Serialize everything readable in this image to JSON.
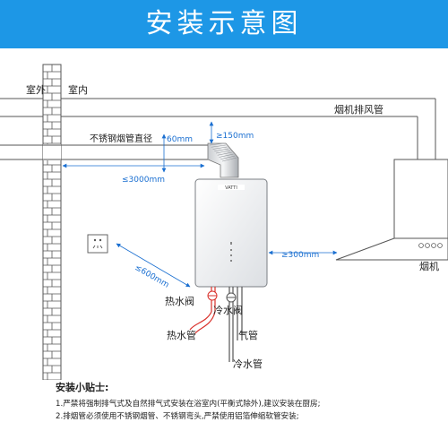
{
  "header": {
    "title": "安装示意图",
    "bg_color": "#1d97e6"
  },
  "labels": {
    "outdoor": "室外",
    "indoor": "室内",
    "hood_exhaust_pipe": "烟机排风管",
    "flue_diameter": "不锈钢烟管直径",
    "flue_diameter_value": "60mm",
    "clearance_top": "≥150mm",
    "flue_length": "≤3000mm",
    "clearance_side": "≥300mm",
    "socket_distance": "≤600mm",
    "range_hood": "烟机",
    "hot_water_valve": "热水阀",
    "cold_water_valve": "冷水阀",
    "hot_water_pipe": "热水管",
    "gas_pipe": "气管",
    "cold_water_pipe": "冷水管",
    "brand": "VATTI"
  },
  "tips": {
    "title": "安装小贴士:",
    "items": [
      "1.严禁将强制排气式及自然排气式安装在浴室内(平衡式除外),建议安装在厨房;",
      "2.排烟管必须使用不锈钢烟管、不锈钢弯头,严禁使用铝箔伸缩软管安装;"
    ]
  },
  "colors": {
    "dimension": "#1a6fd1",
    "hot_pipe": "#d9312b",
    "line": "#555555"
  }
}
